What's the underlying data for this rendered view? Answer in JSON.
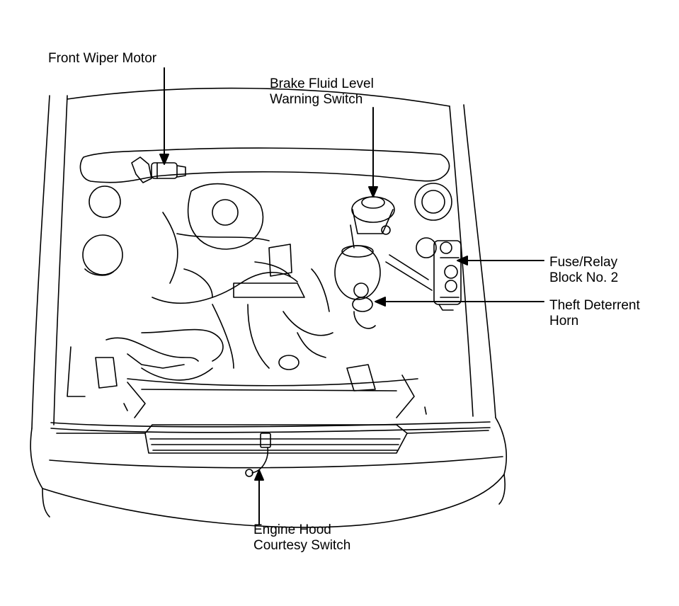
{
  "labels": {
    "front_wiper_motor": "Front Wiper Motor",
    "brake_fluid_level": {
      "line1": "Brake Fluid Level",
      "line2": "Warning Switch"
    },
    "fuse_relay_block": {
      "line1": "Fuse/Relay",
      "line2": "Block No. 2"
    },
    "theft_deterrent_horn": {
      "line1": "Theft Deterrent",
      "line2": "Horn"
    },
    "engine_hood_courtesy_switch": {
      "line1": "Engine Hood",
      "line2": "Courtesy Switch"
    }
  },
  "colors": {
    "ink": "#000000",
    "paper": "#ffffff"
  }
}
